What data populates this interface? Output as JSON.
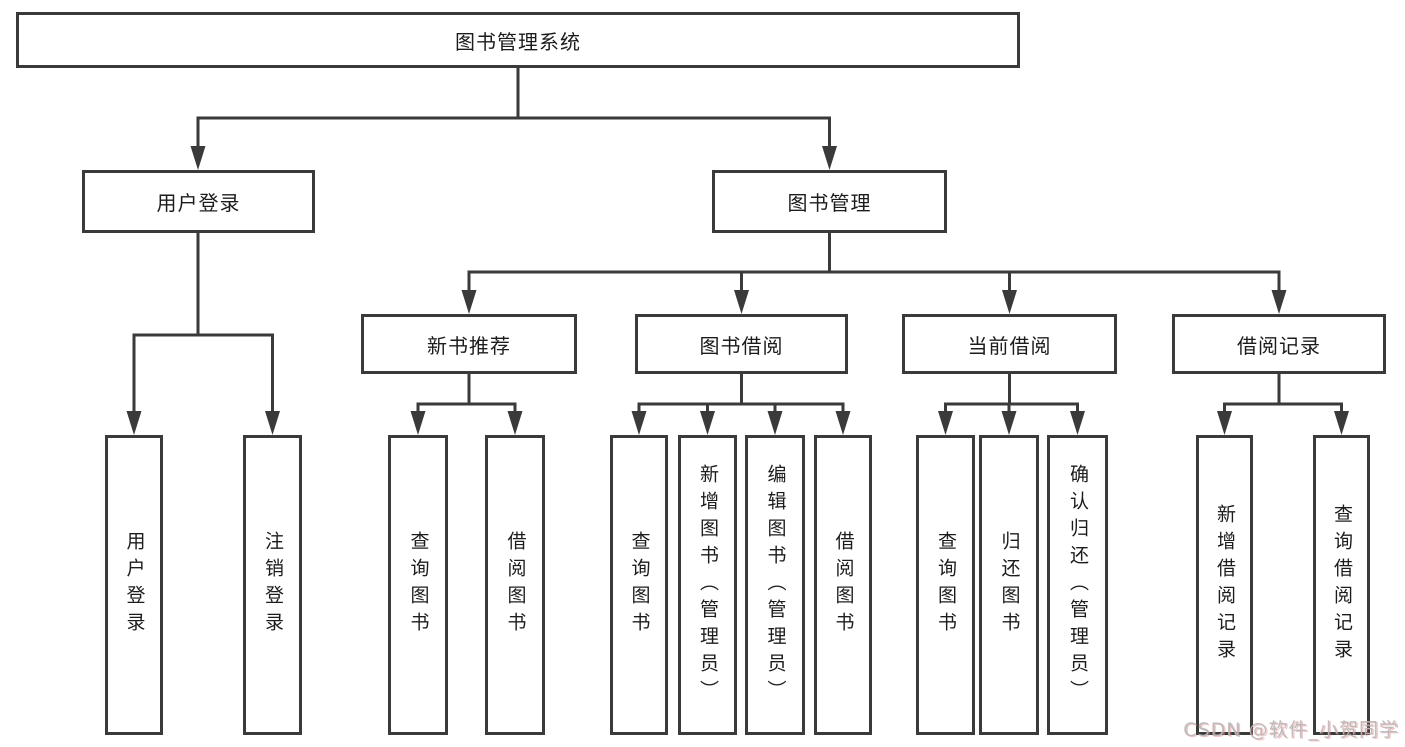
{
  "diagram": {
    "root": {
      "label": "图书管理系统"
    },
    "level1": [
      {
        "label": "用户登录"
      },
      {
        "label": "图书管理"
      }
    ],
    "level2": [
      {
        "label": "新书推荐"
      },
      {
        "label": "图书借阅"
      },
      {
        "label": "当前借阅"
      },
      {
        "label": "借阅记录"
      }
    ],
    "leaves": {
      "user_login": [
        {
          "label": "用户登录"
        },
        {
          "label": "注销登录"
        }
      ],
      "new_books": [
        {
          "label": "查询图书"
        },
        {
          "label": "借阅图书"
        }
      ],
      "book_borrow": [
        {
          "label": "查询图书"
        },
        {
          "label": "新增图书（管理员）"
        },
        {
          "label": "编辑图书（管理员）"
        },
        {
          "label": "借阅图书"
        }
      ],
      "current_borrow": [
        {
          "label": "查询图书"
        },
        {
          "label": "归还图书"
        },
        {
          "label": "确认归还（管理员）"
        }
      ],
      "borrow_records": [
        {
          "label": "新增借阅记录"
        },
        {
          "label": "查询借阅记录"
        }
      ]
    },
    "watermark": "CSDN @软件_小贺同学",
    "colors": {
      "line": "#3a3a3a",
      "box_border": "#3a3a3a",
      "box_fill": "#ffffff",
      "text": "#1c1c1c",
      "watermark_text": "#b9b6b6",
      "watermark_shadow": "#e18282"
    }
  }
}
